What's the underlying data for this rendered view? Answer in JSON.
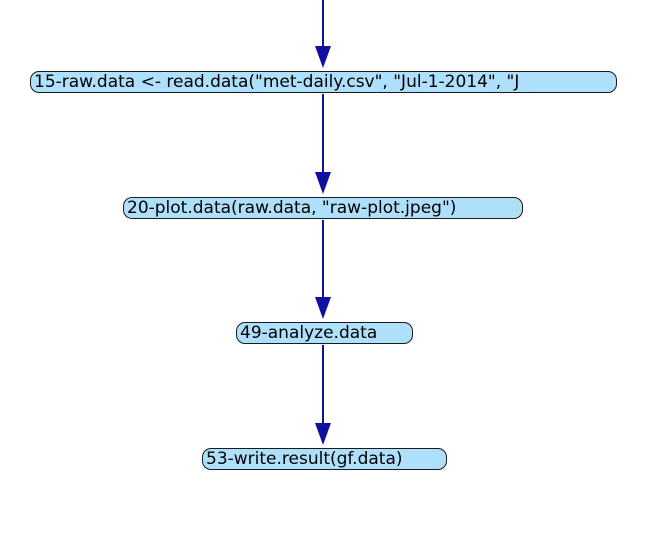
{
  "diagram": {
    "nodes": [
      {
        "id": "n15",
        "label": "15-raw.data <- read.data(\"met-daily.csv\", \"Jul-1-2014\", \"J"
      },
      {
        "id": "n20",
        "label": "20-plot.data(raw.data, \"raw-plot.jpeg\")"
      },
      {
        "id": "n49",
        "label": "49-analyze.data"
      },
      {
        "id": "n53",
        "label": "53-write.result(gf.data)"
      }
    ],
    "edges": [
      {
        "from": "",
        "to": "n15"
      },
      {
        "from": "n15",
        "to": "n20"
      },
      {
        "from": "n20",
        "to": "n49"
      },
      {
        "from": "n49",
        "to": "n53"
      }
    ],
    "colors": {
      "edge": "#1010a0",
      "node_fill": "#aee0fb",
      "node_border": "#1a1a1a"
    }
  }
}
